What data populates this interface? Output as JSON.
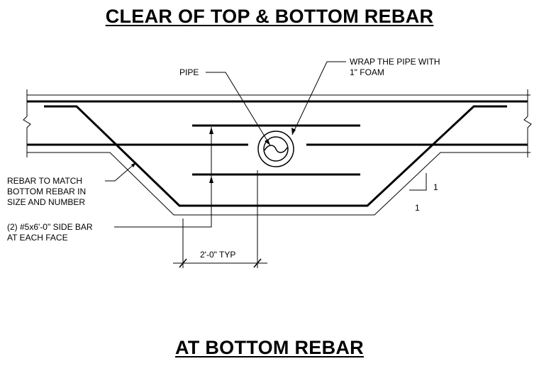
{
  "titles": {
    "top": "CLEAR OF TOP & BOTTOM REBAR",
    "bottom": "AT BOTTOM REBAR"
  },
  "labels": {
    "pipe": "PIPE",
    "wrap_line1": "WRAP THE PIPE WITH",
    "wrap_line2": "1\" FOAM",
    "rebar_line1": "REBAR TO MATCH",
    "rebar_line2": "BOTTOM REBAR IN",
    "rebar_line3": "SIZE AND NUMBER",
    "side_line1": "(2) #5x6'-0\" SIDE BAR",
    "side_line2": "AT EACH FACE",
    "dimension": "2'-0\" TYP",
    "slope_rise": "1",
    "slope_run": "1"
  }
}
